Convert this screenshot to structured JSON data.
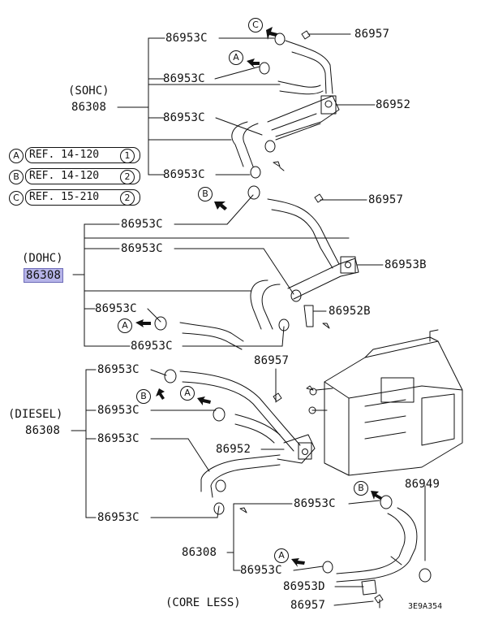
{
  "labels": {
    "sohc": "(SOHC)",
    "sohc_part": "86308",
    "dohc": "(DOHC)",
    "dohc_part": "86308",
    "diesel": "(DIESEL)",
    "diesel_part": "86308",
    "coreless_part": "86308",
    "core_less": "(CORE LESS)",
    "drawing_code": "3E9A354"
  },
  "refs": [
    {
      "letter": "A",
      "text": "REF. 14-120",
      "num": "1"
    },
    {
      "letter": "B",
      "text": "REF. 14-120",
      "num": "2"
    },
    {
      "letter": "C",
      "text": "REF. 15-210",
      "num": "2"
    }
  ],
  "callouts": {
    "c1": "C",
    "a1": "A",
    "b1": "B",
    "a2": "A",
    "b2": "B",
    "a3": "A",
    "b3": "B",
    "a4": "A"
  },
  "parts": {
    "p_86957_a": "86957",
    "p_86953c_1": "86953C",
    "p_86953c_2": "86953C",
    "p_86952_a": "86952",
    "p_86953c_3": "86953C",
    "p_86953c_4": "86953C",
    "p_86957_b": "86957",
    "p_86953c_5": "86953C",
    "p_86953c_6": "86953C",
    "p_86953b": "86953B",
    "p_86953c_7": "86953C",
    "p_86952b": "86952B",
    "p_86953c_8": "86953C",
    "p_86957_c": "86957",
    "p_86953c_9": "86953C",
    "p_86953c_10": "86953C",
    "p_86953c_11": "86953C",
    "p_86952_b": "86952",
    "p_86953c_12": "86953C",
    "p_86949": "86949",
    "p_86953c_13": "86953C",
    "p_86953c_14": "86953C",
    "p_86953d": "86953D",
    "p_86957_d": "86957"
  }
}
